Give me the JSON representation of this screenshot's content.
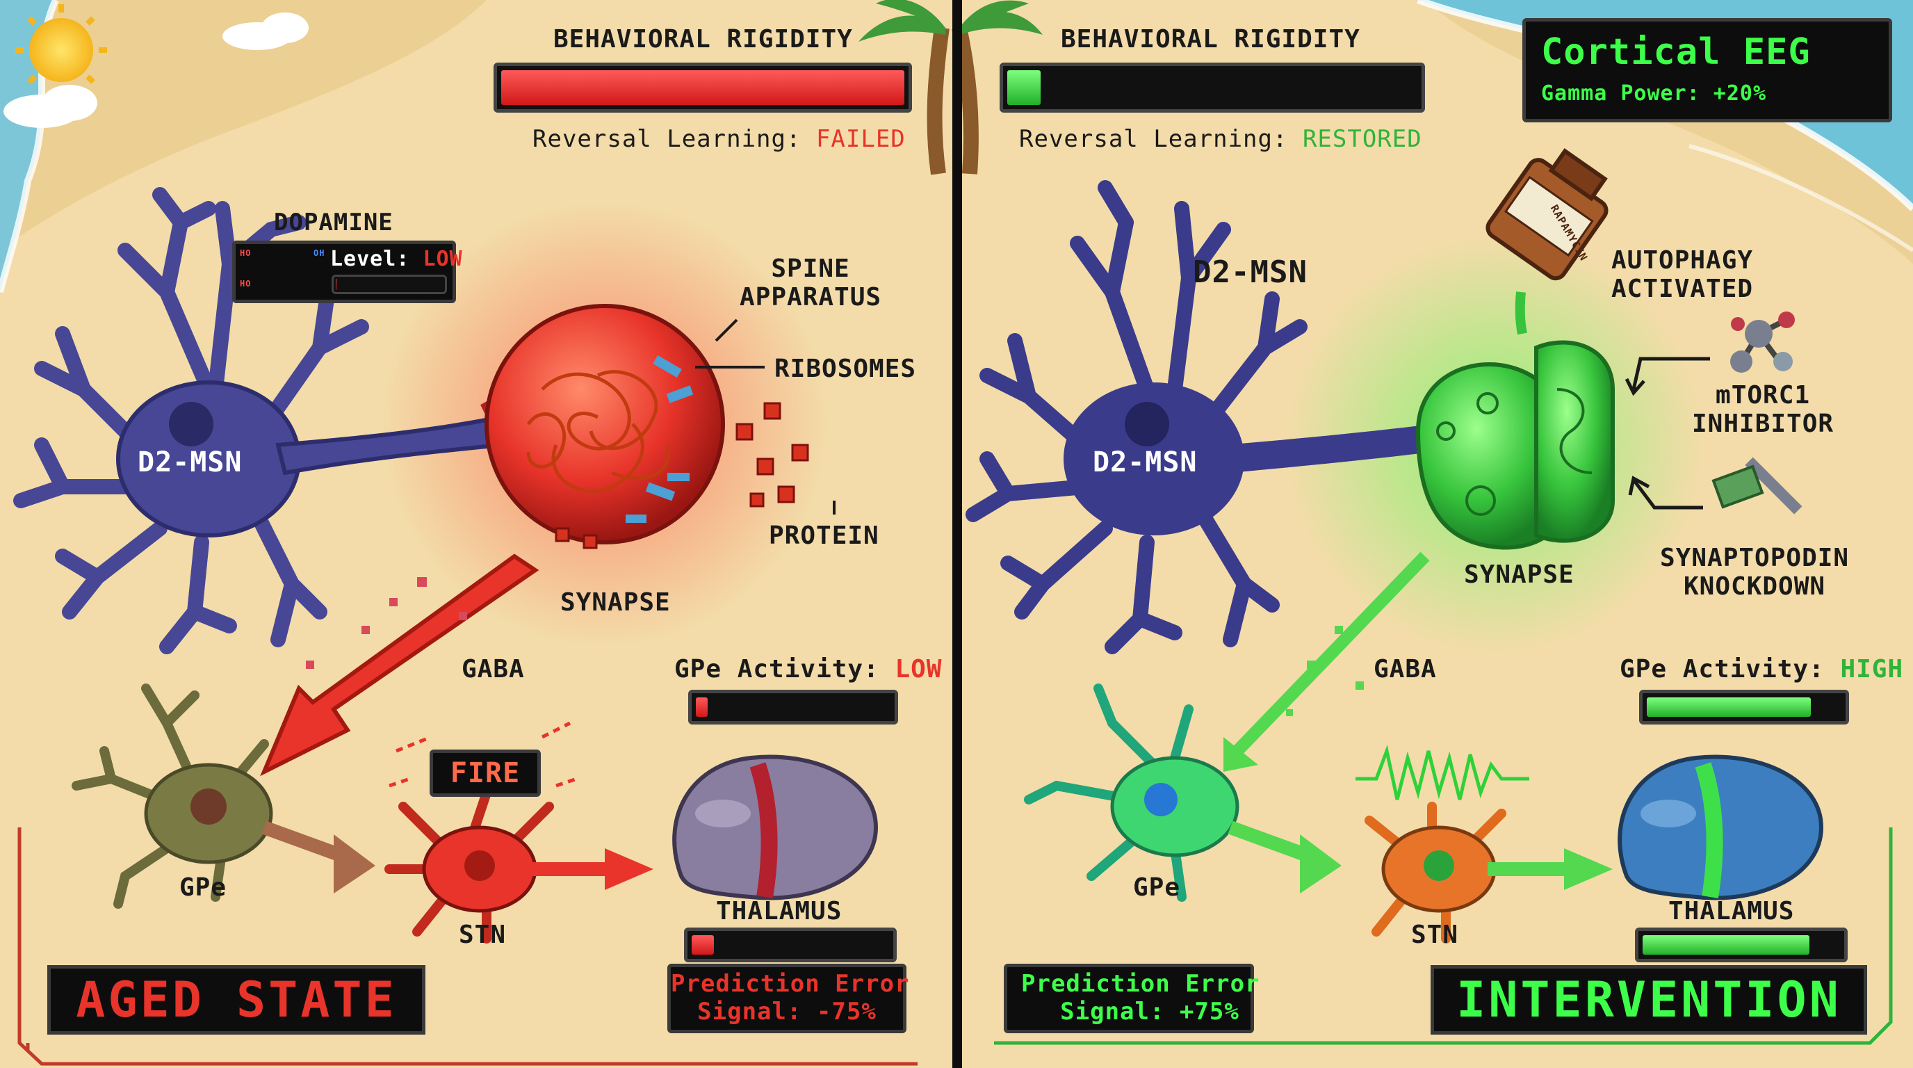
{
  "left": {
    "rigidity_title": "BEHAVIORAL RIGIDITY",
    "rigidity_level": 1.0,
    "reversal_prefix": "Reversal Learning: ",
    "reversal_status": "FAILED",
    "dopamine_title": "DOPAMINE",
    "dopamine_level_prefix": "Level: ",
    "dopamine_level_value": "LOW",
    "dopamine_level": 0.08,
    "molecule_labels": [
      "HO",
      "OH",
      "HO"
    ],
    "neuron_label": "D2-MSN",
    "spine_label": "SPINE\nAPPARATUS",
    "ribosomes_label": "RIBOSOMES",
    "protein_label": "PROTEIN",
    "synapse_label": "SYNAPSE",
    "gaba_label": "GABA",
    "gpe_activity_prefix": "GPe Activity: ",
    "gpe_activity_value": "LOW",
    "gpe_activity_level": 0.1,
    "fire_label": "FIRE",
    "gpe_label": "GPe",
    "stn_label": "STN",
    "thalamus_label": "THALAMUS",
    "thalamus_level": 0.15,
    "prediction_line1": "Prediction Error",
    "prediction_line2": "Signal: -75%",
    "state_title": "AGED STATE"
  },
  "right": {
    "rigidity_title": "BEHAVIORAL RIGIDITY",
    "rigidity_level": 0.1,
    "reversal_prefix": "Reversal Learning: ",
    "reversal_status": "RESTORED",
    "eeg_title": "Cortical EEG",
    "eeg_subtitle": "Gamma Power: +20%",
    "bottle_label": "RAPAMYCIN",
    "neuron_label_top": "D2-MSN",
    "neuron_label": "D2-MSN",
    "autophagy_label": "AUTOPHAGY\nACTIVATED",
    "mtorc_label": "mTORC1\nINHIBITOR",
    "synaptopodin_label": "SYNAPTOPODIN\nKNOCKDOWN",
    "synapse_label": "SYNAPSE",
    "gaba_label": "GABA",
    "gpe_activity_prefix": "GPe Activity: ",
    "gpe_activity_value": "HIGH",
    "gpe_activity_level": 0.85,
    "gpe_label": "GPe",
    "stn_label": "STN",
    "thalamus_label": "THALAMUS",
    "thalamus_level": 0.85,
    "prediction_line1": "Prediction Error",
    "prediction_line2": "Signal: +75%",
    "state_title": "INTERVENTION"
  },
  "colors": {
    "red": "#e8342a",
    "green": "#35d63a",
    "sand": "#f3dca9",
    "neuron_purple": "#3f3f8f",
    "panel_black": "#0d0d0d"
  }
}
